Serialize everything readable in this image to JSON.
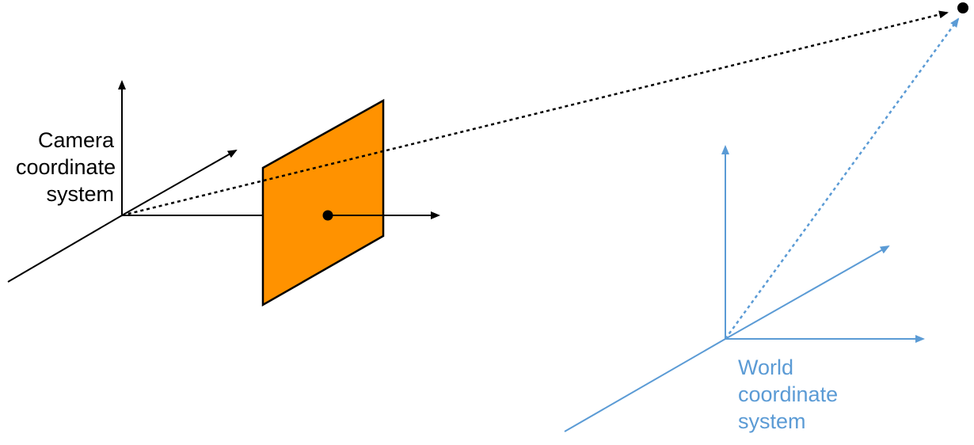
{
  "camera": {
    "label_lines": [
      "Camera",
      "coordinate",
      "system"
    ],
    "color": "#000000"
  },
  "world": {
    "label_lines": [
      "World",
      "coordinate",
      "system"
    ],
    "color": "#5b9bd5"
  },
  "image_plane": {
    "fill": "#ff9200",
    "stroke": "#000000"
  },
  "point": {
    "color": "#000000"
  }
}
